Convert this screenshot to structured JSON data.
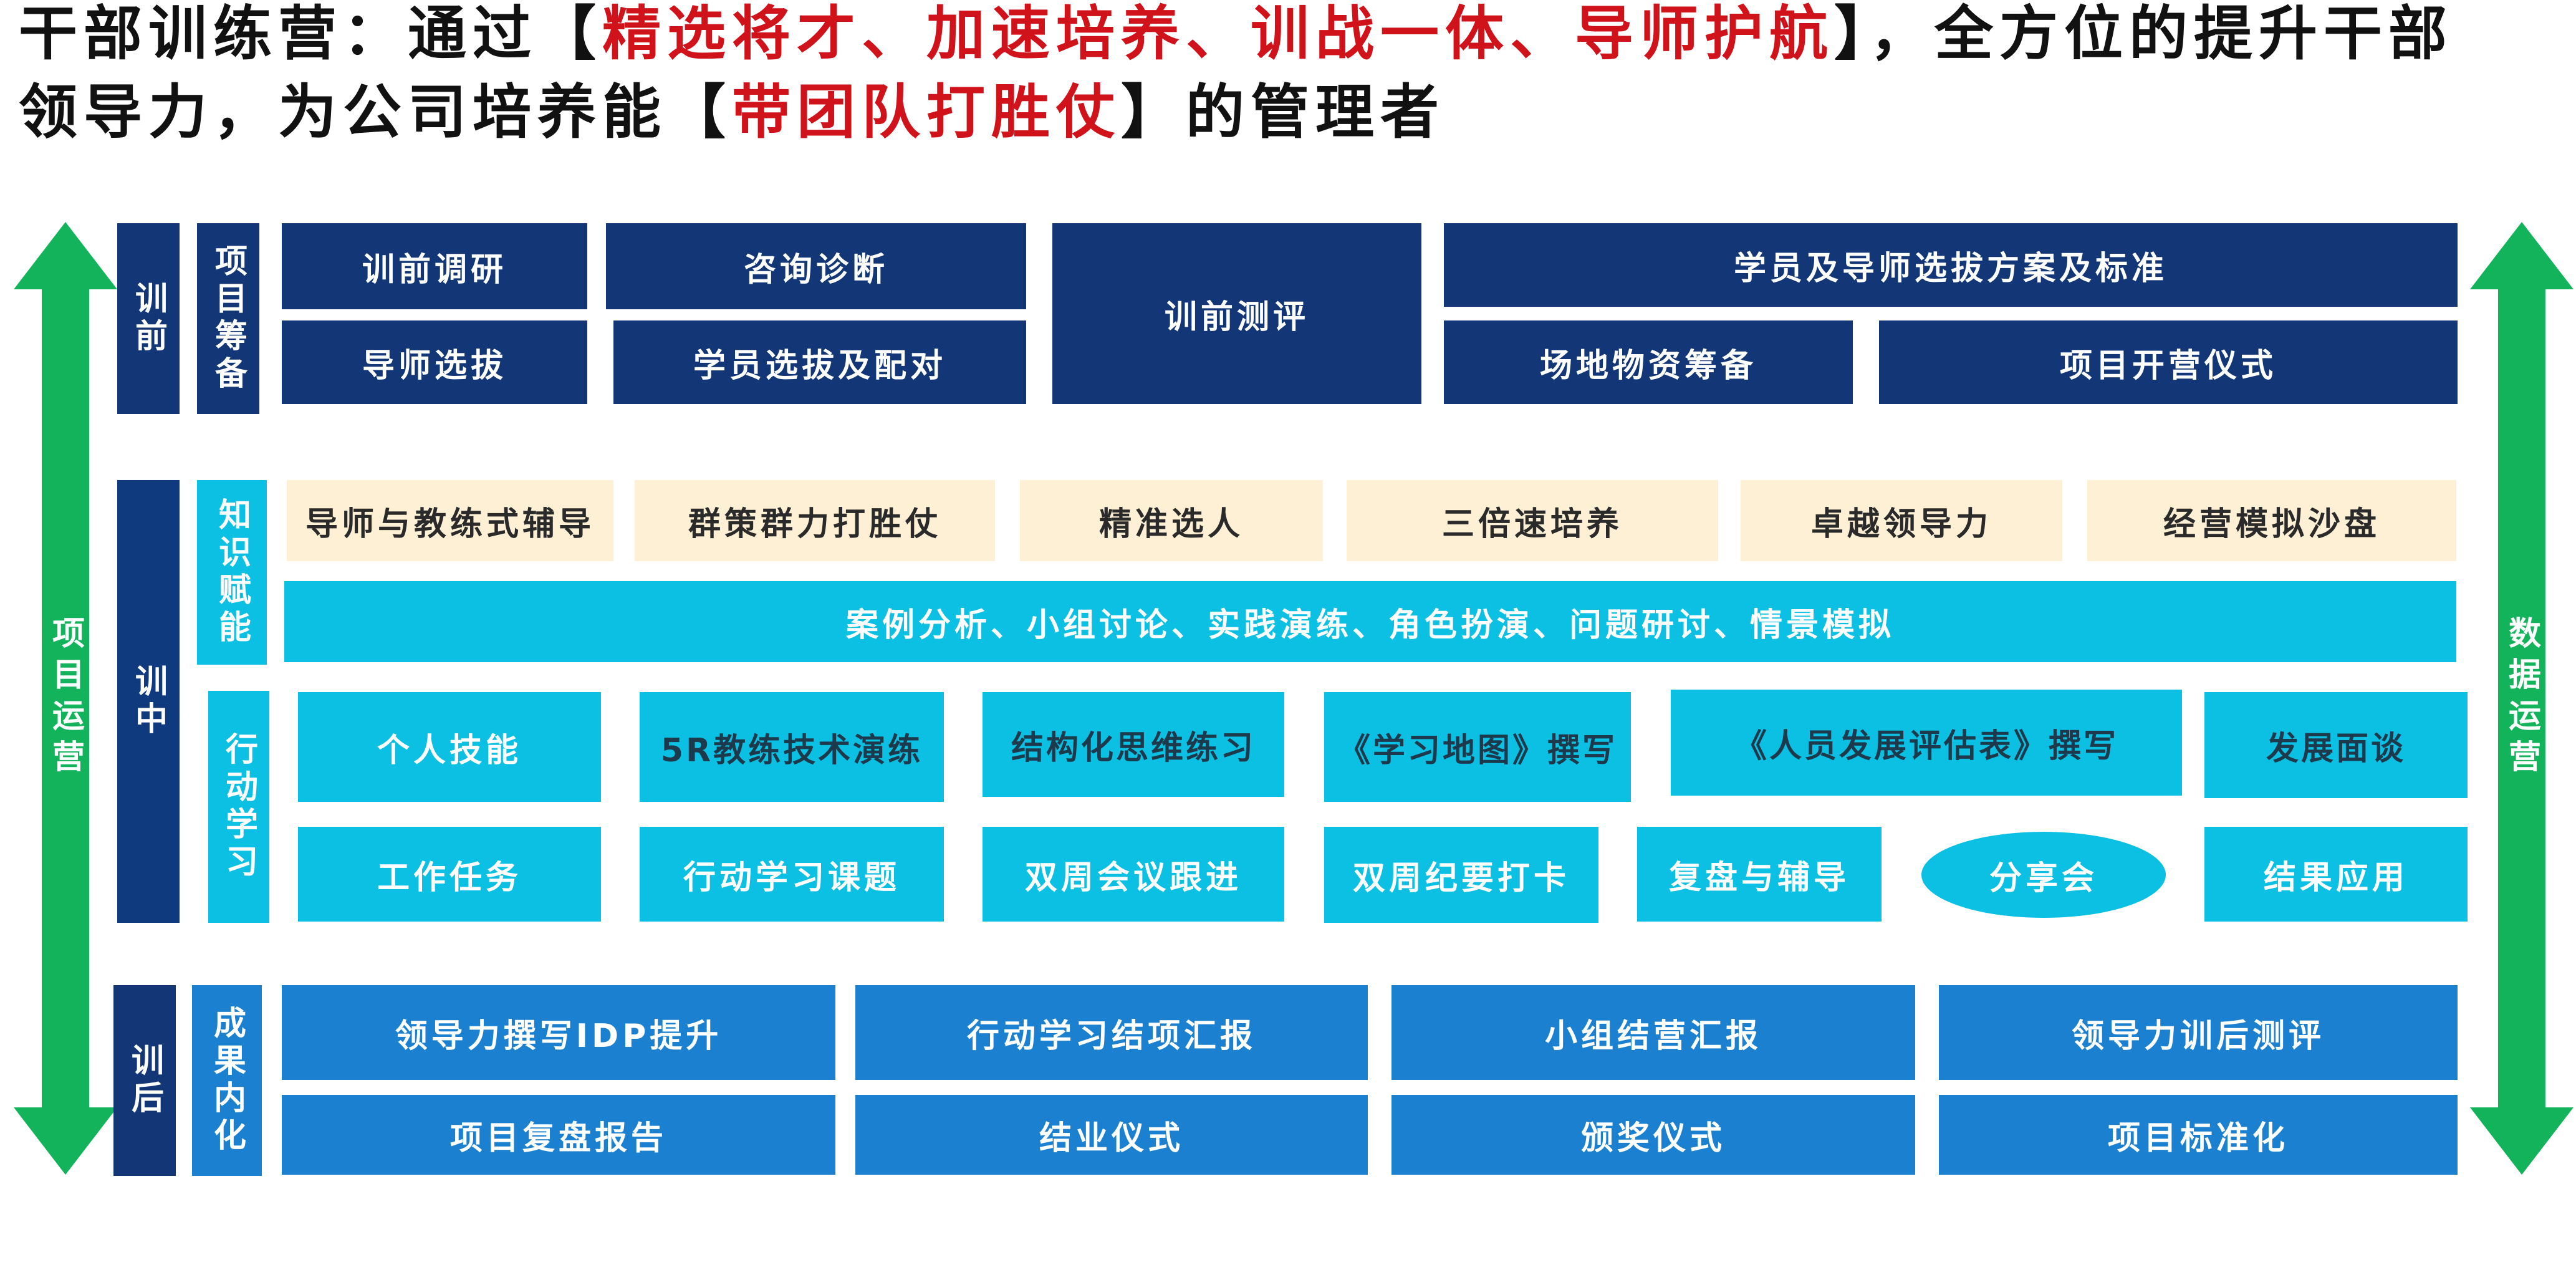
{
  "title": {
    "line1_a": "干部训练营：通过【",
    "line1_hl": "精选将才、加速培养、训战一体、导师护航",
    "line1_b": "】，全方位的提升干部",
    "line2_a": "领导力，为公司培养能【",
    "line2_hl": "带团队打胜仗",
    "line2_b": "】的管理者"
  },
  "arrows": {
    "left": "项目运营",
    "right": "数据运营",
    "color": "#12b35b"
  },
  "phases": {
    "pre": "训前",
    "mid": "训中",
    "post": "训后"
  },
  "pre": {
    "label": "项目筹备",
    "b1": "训前调研",
    "b2": "咨询诊断",
    "b3": "训前测评",
    "b4": "学员及导师选拔方案及标准",
    "b5": "导师选拔",
    "b6": "学员选拔及配对",
    "b7": "场地物资筹备",
    "b8": "项目开营仪式"
  },
  "knowledge": {
    "label": "知识赋能",
    "cream": [
      "导师与教练式辅导",
      "群策群力打胜仗",
      "精准选人",
      "三倍速培养",
      "卓越领导力",
      "经营模拟沙盘"
    ],
    "methods": "案例分析、小组讨论、实践演练、角色扮演、问题研讨、情景模拟"
  },
  "action": {
    "label": "行动学习",
    "row1": [
      "个人技能",
      "5R教练技术演练",
      "结构化思维练习",
      "《学习地图》撰写",
      "《人员发展评估表》撰写",
      "发展面谈"
    ],
    "row2": [
      "工作任务",
      "行动学习课题",
      "双周会议跟进",
      "双周纪要打卡",
      "复盘与辅导",
      "分享会",
      "结果应用"
    ]
  },
  "post": {
    "label": "成果内化",
    "row1": [
      "领导力撰写IDP提升",
      "行动学习结项汇报",
      "小组结营汇报",
      "领导力训后测评"
    ],
    "row2": [
      "项目复盘报告",
      "结业仪式",
      "颁奖仪式",
      "项目标准化"
    ]
  }
}
